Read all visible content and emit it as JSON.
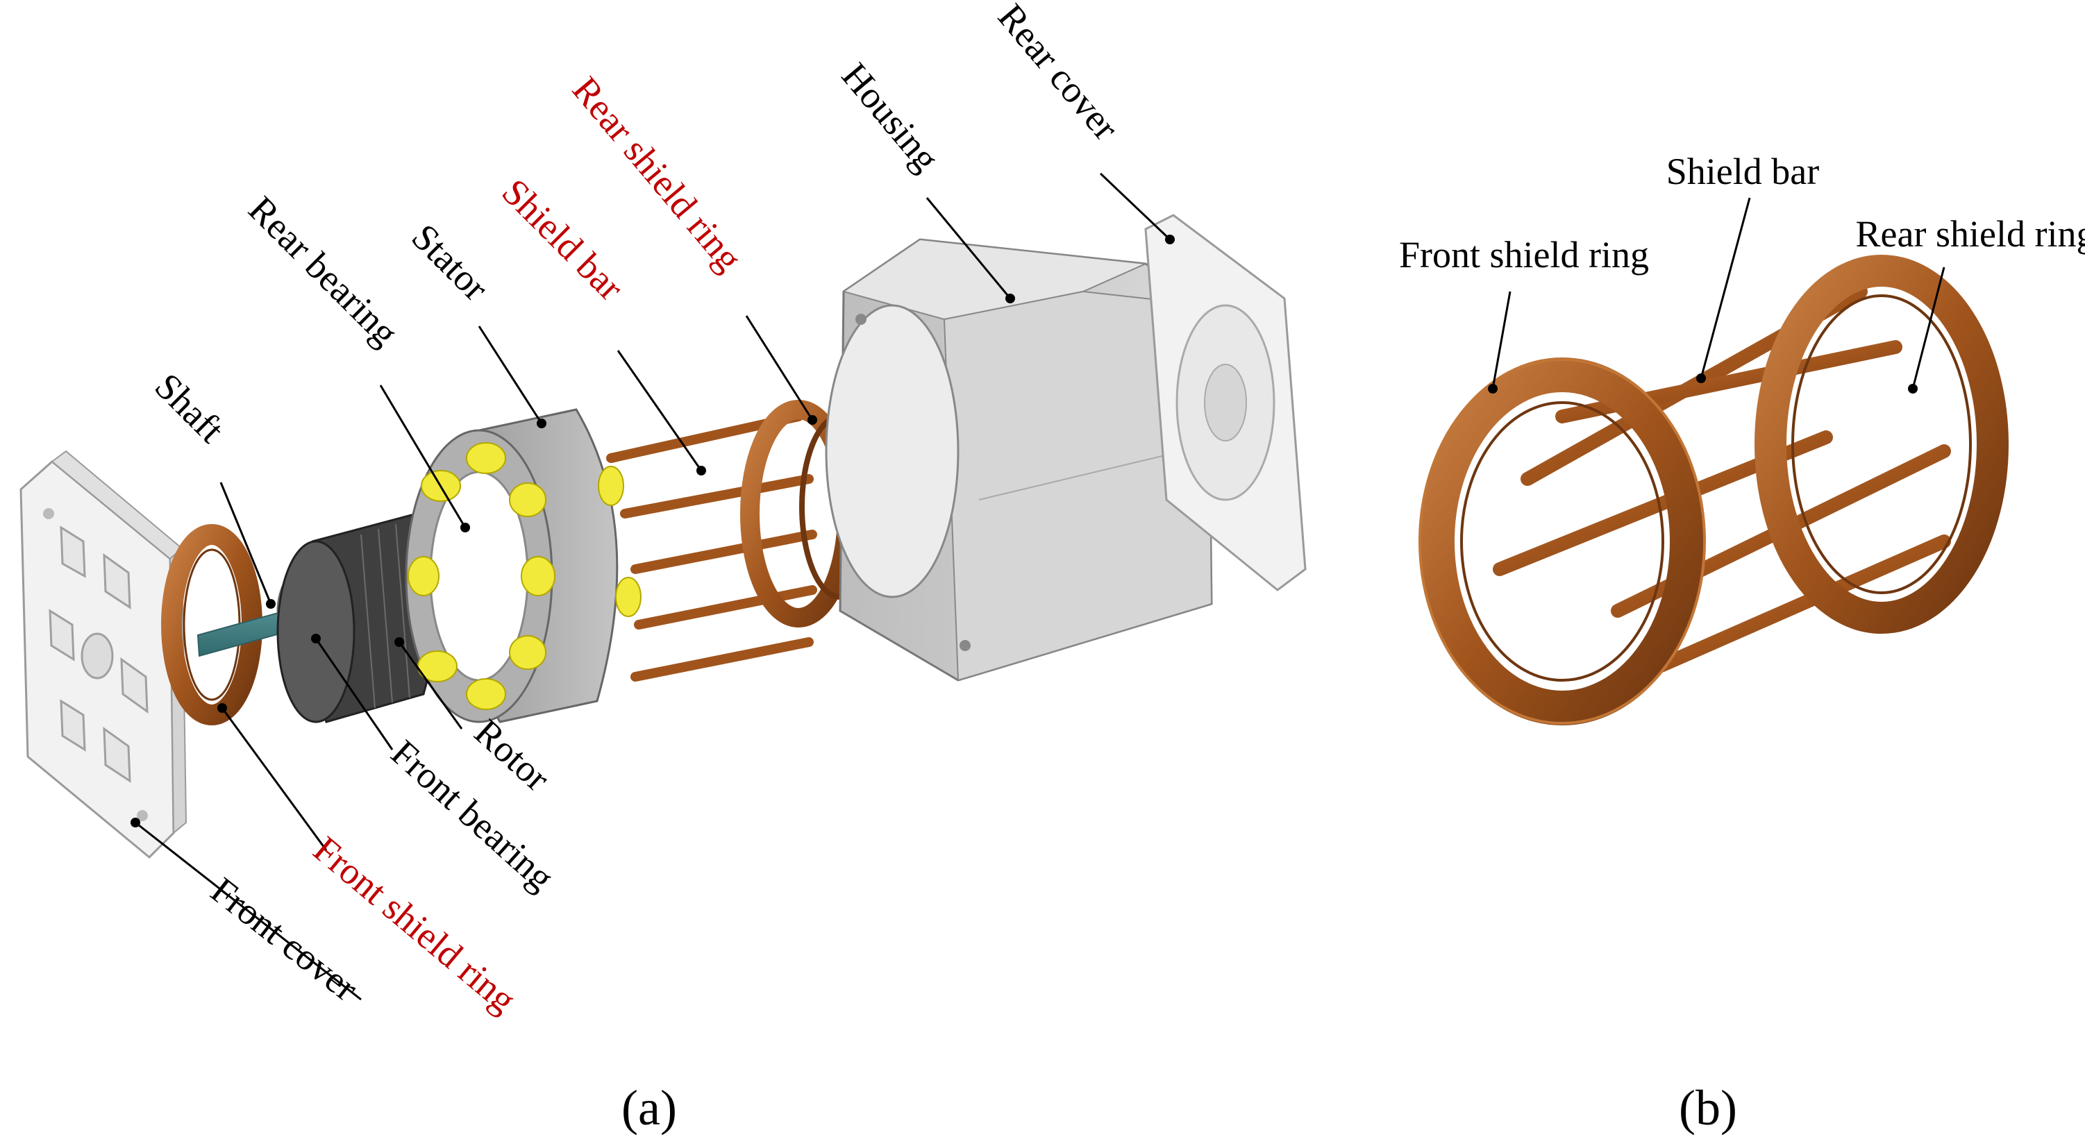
{
  "panel_a": {
    "caption": "(a)",
    "labels": {
      "front_cover": "Front cover",
      "front_shield_ring": "Front shield ring",
      "front_bearing": "Front bearing",
      "rotor": "Rotor",
      "shaft": "Shaft",
      "rear_bearing": "Rear bearing",
      "stator": "Stator",
      "shield_bar": "Shield bar",
      "rear_shield_ring": "Rear shield ring",
      "housing": "Housing",
      "rear_cover": "Rear cover"
    }
  },
  "panel_b": {
    "caption": "(b)",
    "labels": {
      "front_shield_ring": "Front shield ring",
      "shield_bar": "Shield bar",
      "rear_shield_ring": "Rear shield ring"
    }
  },
  "colors": {
    "highlight_label": "#c00000",
    "copper": "#a0541c",
    "copper_light": "#c27636",
    "copper_dark": "#6e3610",
    "stator_gray": "#a8a8a8",
    "housing_gray": "#cfcfcf",
    "winding_yellow": "#f2ea3a",
    "rotor_dark": "#4a4a4a",
    "shaft_teal": "#4f8f93",
    "cover_white": "#f2f2f2"
  }
}
